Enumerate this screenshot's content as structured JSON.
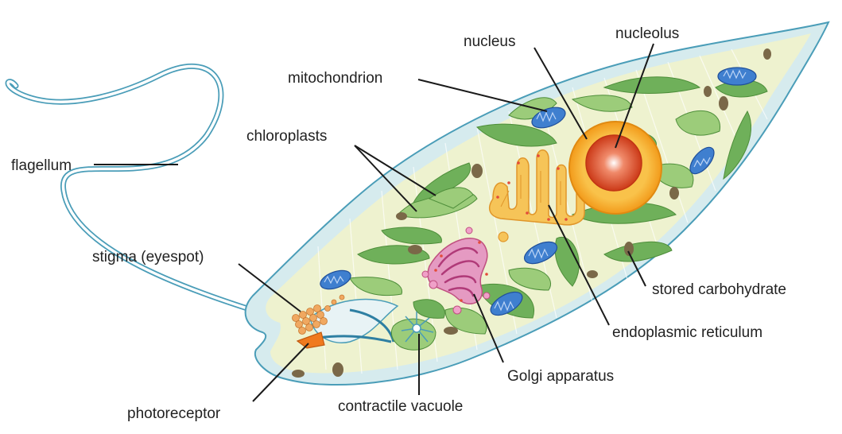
{
  "labels": {
    "nucleus": "nucleus",
    "nucleolus": "nucleolus",
    "mitochondrion": "mitochondrion",
    "chloroplasts": "chloroplasts",
    "flagellum": "flagellum",
    "stigma": "stigma (eyespot)",
    "stored_carbohydrate": "stored carbohydrate",
    "endoplasmic_reticulum": "endoplasmic reticulum",
    "golgi_apparatus": "Golgi apparatus",
    "photoreceptor": "photoreceptor",
    "contractile_vacuole": "contractile vacuole"
  },
  "colors": {
    "membrane": "#4a9db8",
    "pellicle": "#d6ebee",
    "cytoplasm": "#eef2cf",
    "chloroplast": "#6fb05a",
    "chloroplast_light": "#9ccc7a",
    "mitochondrion": "#3f7fcf",
    "nucleus_outer": "#f6a623",
    "nucleolus": "#d8441c",
    "golgi": "#d0609a",
    "er": "#f1b43a",
    "eyespot": "#f0a860",
    "photoreceptor": "#f07a1e",
    "carbohydrate": "#7a6848"
  }
}
